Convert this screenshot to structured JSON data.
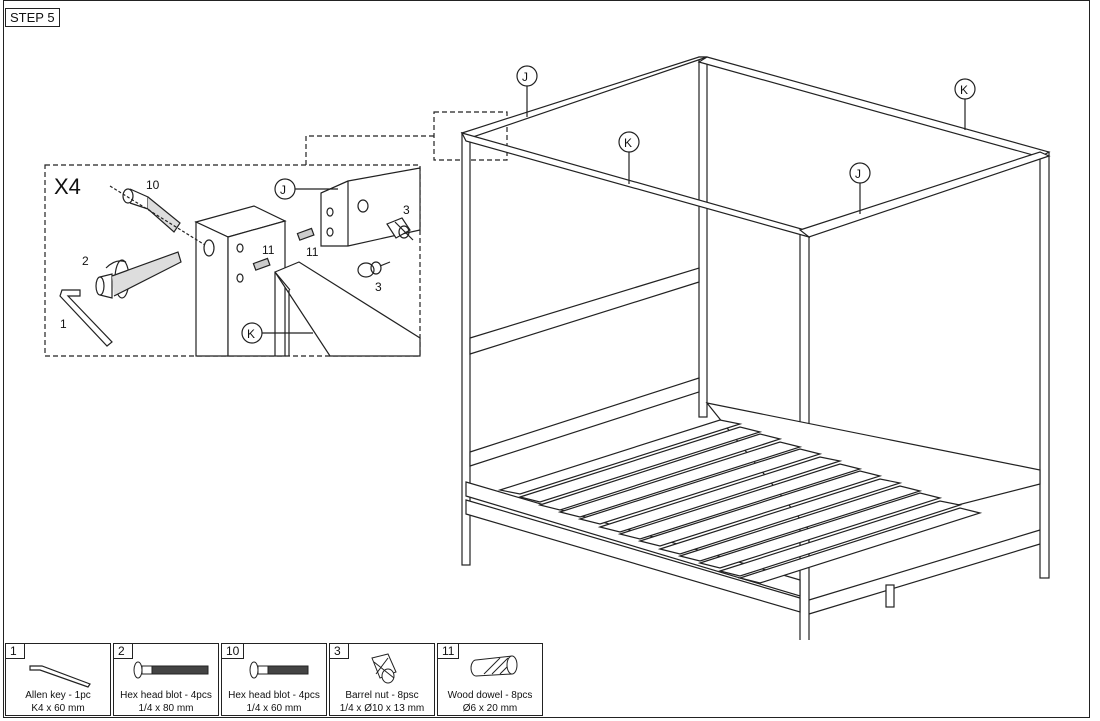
{
  "step": "STEP 5",
  "multiplier": "X4",
  "callouts": {
    "j": "J",
    "k": "K",
    "n10": "10",
    "n2": "2",
    "n1": "1",
    "n11": "11",
    "n3": "3"
  },
  "parts": [
    {
      "id": "1",
      "name": "Allen key - 1pc",
      "size": "K4 x 60 mm",
      "icon": "allen-key-icon"
    },
    {
      "id": "2",
      "name": "Hex head blot - 4pcs",
      "size": "1/4 x 80 mm",
      "icon": "hex-bolt-icon"
    },
    {
      "id": "10",
      "name": "Hex head blot - 4pcs",
      "size": "1/4 x 60 mm",
      "icon": "hex-bolt-icon"
    },
    {
      "id": "3",
      "name": "Barrel nut - 8psc",
      "size": "1/4 x Ø10 x 13 mm",
      "icon": "barrel-nut-icon"
    },
    {
      "id": "11",
      "name": "Wood dowel - 8pcs",
      "size": "Ø6 x 20 mm",
      "icon": "wood-dowel-icon"
    }
  ]
}
